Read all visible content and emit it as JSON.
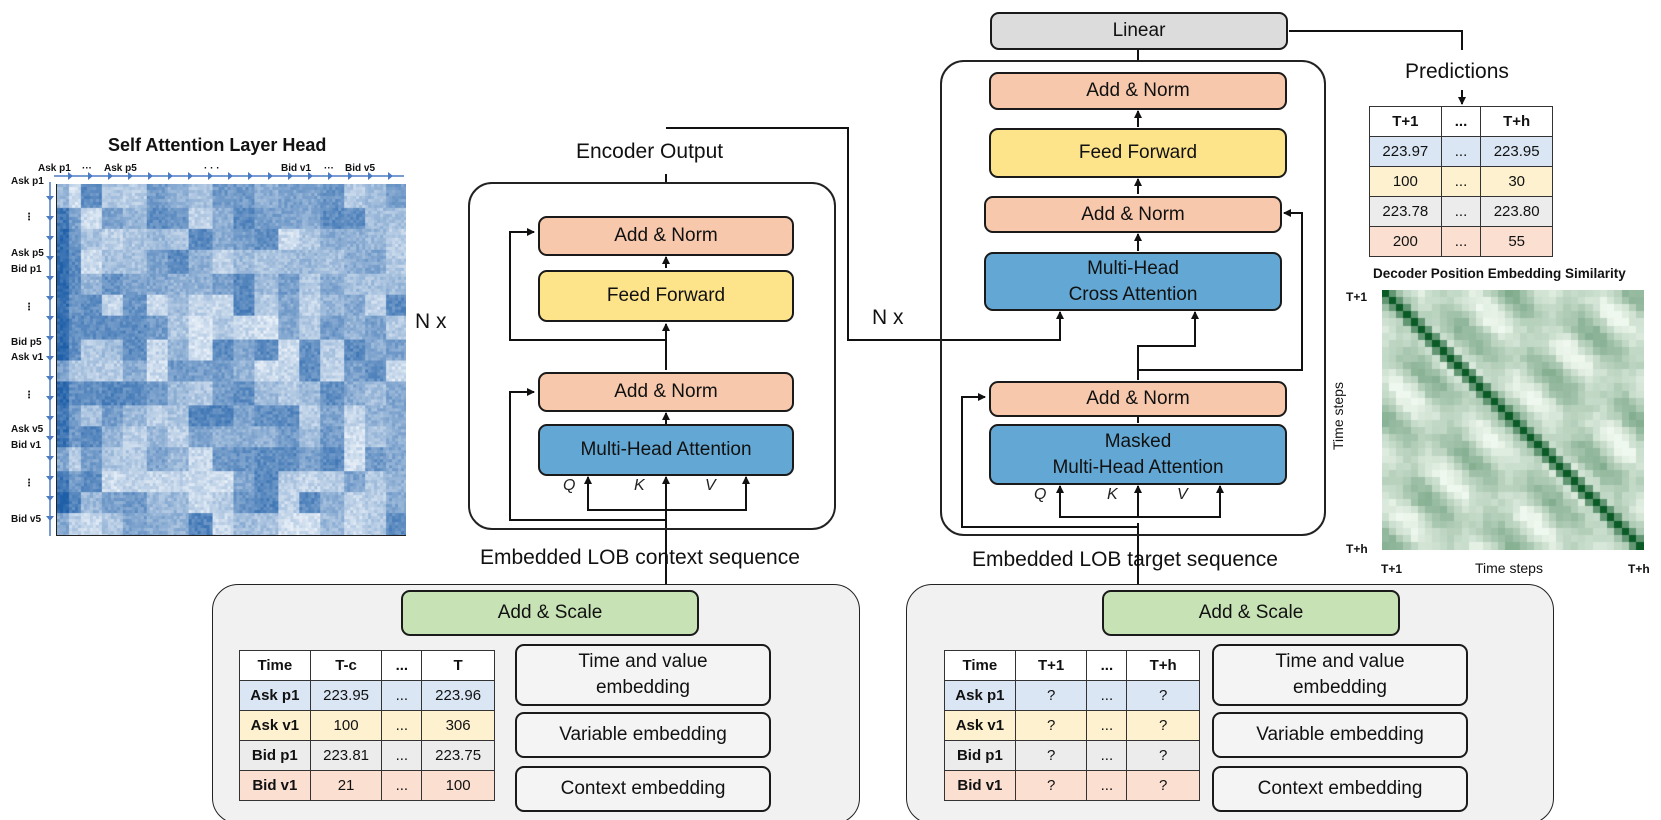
{
  "heatmap_attention": {
    "title": "Self Attention Layer Head",
    "x_labels": [
      "Ask p1",
      "···",
      "Ask p5",
      "· · ·",
      "Bid v1",
      "···",
      "Bid v5"
    ],
    "y_labels": [
      "Ask p1",
      "⋮",
      "Ask p5",
      "Bid p1",
      "⋮",
      "Bid p5",
      "Ask v1",
      "⋮",
      "Ask v5",
      "Bid v1",
      "⋮",
      "Bid v5"
    ],
    "colormap": [
      "#f2f7fc",
      "#1f5fa8"
    ]
  },
  "encoder": {
    "output_label": "Encoder Output",
    "add_norm": "Add & Norm",
    "feed_forward": "Feed Forward",
    "mha": "Multi-Head Attention",
    "q": "Q",
    "k": "K",
    "v": "V",
    "repeat": "N x",
    "input_label": "Embedded LOB context sequence"
  },
  "decoder": {
    "linear": "Linear",
    "add_norm": "Add & Norm",
    "feed_forward": "Feed Forward",
    "cross_attn_line1": "Multi-Head",
    "cross_attn_line2": "Cross Attention",
    "masked_line1": "Masked",
    "masked_line2": "Multi-Head Attention",
    "q": "Q",
    "k": "K",
    "v": "V",
    "repeat": "N x",
    "input_label": "Embedded LOB target sequence"
  },
  "predictions": {
    "title": "Predictions",
    "header": [
      "T+1",
      "...",
      "T+h"
    ],
    "rows": [
      [
        "223.97",
        "...",
        "223.95"
      ],
      [
        "100",
        "...",
        "30"
      ],
      [
        "223.78",
        "...",
        "223.80"
      ],
      [
        "200",
        "...",
        "55"
      ]
    ]
  },
  "heatmap_similarity": {
    "title": "Decoder Position Embedding Similarity",
    "y_top": "T+1",
    "y_bottom": "T+h",
    "ylabel": "Time steps",
    "x_left": "T+1",
    "x_right": "T+h",
    "xlabel": "Time steps",
    "colormap": [
      "#f4fbf2",
      "#0a5a26"
    ]
  },
  "context_embedding": {
    "add_scale": "Add & Scale",
    "table_header": [
      "Time",
      "T-c",
      "...",
      "T"
    ],
    "table_rows": [
      [
        "Ask p1",
        "223.95",
        "...",
        "223.96"
      ],
      [
        "Ask v1",
        "100",
        "...",
        "306"
      ],
      [
        "Bid p1",
        "223.81",
        "...",
        "223.75"
      ],
      [
        "Bid v1",
        "21",
        "...",
        "100"
      ]
    ],
    "time_value_line1": "Time and value",
    "time_value_line2": "embedding",
    "variable": "Variable embedding",
    "context": "Context embedding"
  },
  "target_embedding": {
    "add_scale": "Add & Scale",
    "table_header": [
      "Time",
      "T+1",
      "...",
      "T+h"
    ],
    "table_rows": [
      [
        "Ask p1",
        "?",
        "...",
        "?"
      ],
      [
        "Ask v1",
        "?",
        "...",
        "?"
      ],
      [
        "Bid p1",
        "?",
        "...",
        "?"
      ],
      [
        "Bid v1",
        "?",
        "...",
        "?"
      ]
    ],
    "time_value_line1": "Time and value",
    "time_value_line2": "embedding",
    "variable": "Variable embedding",
    "context": "Context embedding"
  }
}
